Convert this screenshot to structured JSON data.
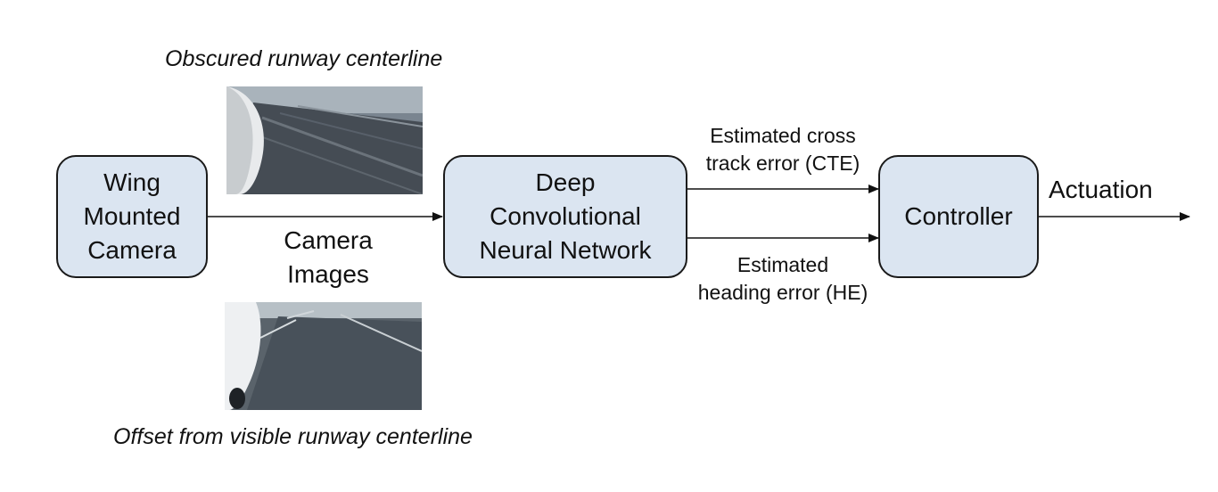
{
  "caption_top": "Obscured runway centerline",
  "caption_bottom": "Offset from visible runway centerline",
  "boxes": {
    "camera": [
      "Wing",
      "Mounted",
      "Camera"
    ],
    "dcnn": [
      "Deep",
      "Convolutional",
      "Neural Network"
    ],
    "controller": [
      "Controller"
    ]
  },
  "edge_labels": {
    "camera_images": [
      "Camera",
      "Images"
    ],
    "cte": [
      "Estimated cross",
      "track error (CTE)"
    ],
    "he": [
      "Estimated",
      "heading error (HE)"
    ],
    "actuation": "Actuation"
  },
  "colors": {
    "box_fill": "#dbe5f1",
    "box_stroke": "#1a1a1a",
    "runway": "#3f474f"
  }
}
